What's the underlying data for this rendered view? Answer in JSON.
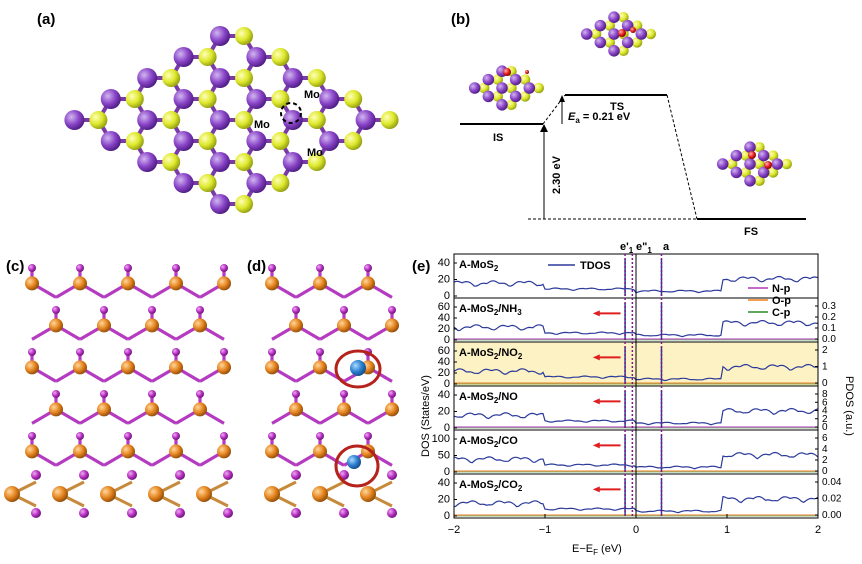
{
  "panels": {
    "a": {
      "label": "(a)",
      "atoms": [
        "Mo",
        "Mo",
        "Mo"
      ]
    },
    "b": {
      "label": "(b)",
      "states": [
        "IS",
        "TS",
        "FS"
      ],
      "barrier": "E",
      "barrier_sub": "a",
      "barrier_value": " = 0.21 eV",
      "energy_drop": "2.30 eV"
    },
    "c": {
      "label": "(c)"
    },
    "d": {
      "label": "(d)"
    },
    "e": {
      "label": "(e)"
    }
  },
  "chart_data": {
    "type": "line",
    "xlabel": "E−E",
    "xlabel_sub": "F",
    "xlabel_unit": " (eV)",
    "ylabel_left": "DOS (States/eV)",
    "ylabel_right": "PDOS (a.u.)",
    "x_ticks": [
      "−2",
      "−1",
      "0",
      "1",
      "2"
    ],
    "xlim": [
      -2,
      2
    ],
    "top_markers": {
      "e1p": "e'",
      "e1pp": "e\"",
      "sub": "1",
      "a": "a"
    },
    "marker_positions_eV": [
      -0.12,
      -0.04,
      0.28
    ],
    "legend": {
      "tdos": "TDOS",
      "pdos": [
        "N-p",
        "O-p",
        "C-p"
      ]
    },
    "colors": {
      "TDOS": "#2b3a9a",
      "N-p": "#b03ab7",
      "O-p": "#ef7d1f",
      "C-p": "#2a8a2a",
      "highlight": "#fdf2c4",
      "arrow_red": "#e02020",
      "arrow_green": "#1aa01a"
    },
    "subplots": [
      {
        "name": "A-MoS",
        "sub": "2",
        "suffix": "",
        "left_ticks": [
          "40",
          "20",
          "0"
        ],
        "right_ticks": []
      },
      {
        "name": "A-MoS",
        "sub": "2",
        "suffix": "/NH",
        "suffix_sub": "3",
        "left_ticks": [
          "60",
          "40",
          "20",
          "0"
        ],
        "right_ticks": [
          "0.3",
          "0.2",
          "0.1",
          "0.0"
        ]
      },
      {
        "name": "A-MoS",
        "sub": "2",
        "suffix": "/NO",
        "suffix_sub": "2",
        "left_ticks": [
          "60",
          "40",
          "20",
          "0"
        ],
        "right_ticks": [
          "2",
          "1",
          "0"
        ],
        "highlighted": true
      },
      {
        "name": "A-MoS",
        "sub": "2",
        "suffix": "/NO",
        "left_ticks": [
          "40",
          "20",
          "0"
        ],
        "right_ticks": [
          "8",
          "6",
          "4",
          "2",
          "0"
        ]
      },
      {
        "name": "A-MoS",
        "sub": "2",
        "suffix": "/CO",
        "left_ticks": [
          "100",
          "50",
          "0"
        ],
        "right_ticks": [
          "6",
          "4",
          "2",
          "0"
        ]
      },
      {
        "name": "A-MoS",
        "sub": "2",
        "suffix": "/CO",
        "suffix_sub": "2",
        "left_ticks": [
          "40",
          "20",
          "0"
        ],
        "right_ticks": [
          "0.04",
          "0.02",
          "0.00"
        ]
      }
    ]
  }
}
